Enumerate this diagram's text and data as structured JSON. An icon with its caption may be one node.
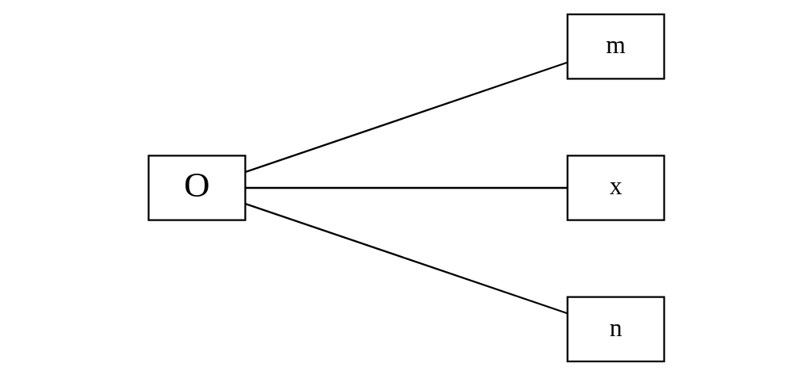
{
  "diagram": {
    "nodes": [
      {
        "text": [
          "m"
        ]
      },
      {
        "text": [
          "x"
        ]
      },
      {
        "text": [
          "O"
        ]
      },
      {
        "text": [
          "n"
        ]
      }
    ],
    "edges": [
      {
        "from": 2,
        "to": 0,
        "arrow": "none"
      },
      {
        "from": 2,
        "to": 1,
        "arrow": "none"
      },
      {
        "from": 2,
        "to": 3,
        "arrow": "none"
      }
    ]
  }
}
